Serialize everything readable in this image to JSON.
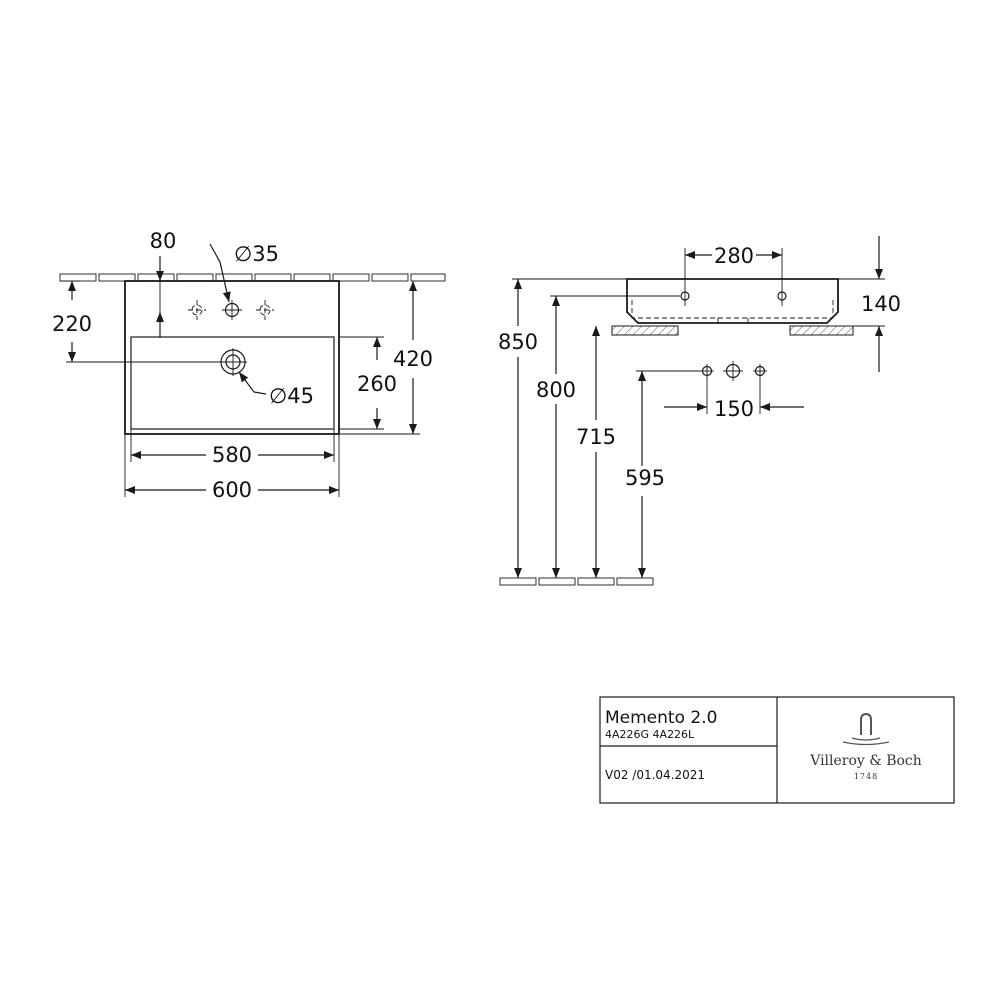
{
  "front_view": {
    "dims": {
      "tap_offset": "80",
      "tap_hole": "∅35",
      "waste_hole": "∅45",
      "tap_depth": "220",
      "bowl_depth": "260",
      "overall_depth": "420",
      "inner_width": "580",
      "overall_width": "600"
    }
  },
  "side_view": {
    "dims": {
      "tap_spacing": "280",
      "basin_height": "140",
      "rim_height_overall": "850",
      "rim_height": "800",
      "bowl_bottom_height": "715",
      "fixing_height": "595",
      "fixing_spacing": "150"
    }
  },
  "title_block": {
    "product": "Memento 2.0",
    "codes": "4A226G 4A226L",
    "version": "V02 /01.04.2021",
    "brand": "Villeroy & Boch",
    "brand_year": "1748"
  },
  "colors": {
    "line": "#1a1a1a",
    "hatch": "#555555"
  }
}
